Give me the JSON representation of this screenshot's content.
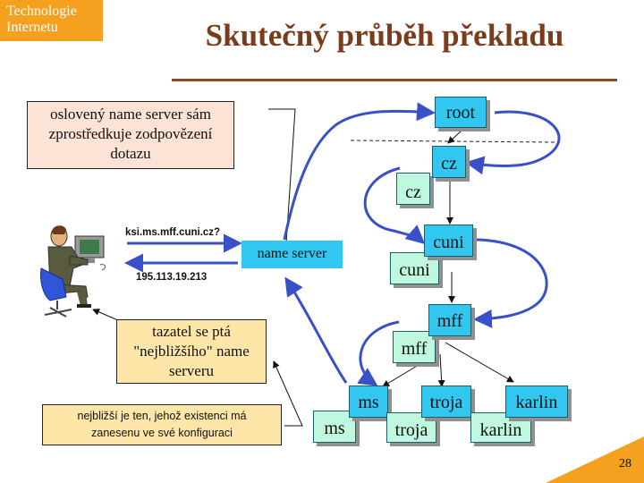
{
  "brand": {
    "line1": "Technologie",
    "line2": "Internetu"
  },
  "title": "Skutečný průběh překladu",
  "callouts": {
    "top": [
      "oslovený name server sám",
      "zprostředkuje zodpovězení",
      "dotazu"
    ],
    "middle": [
      "tazatel se ptá",
      "\"nejbližšího\" name",
      "serveru"
    ],
    "bottom": [
      "nejbližší je ten, jehož existenci má",
      "zanesenu ve své konfiguraci"
    ]
  },
  "query": "ksi.ms.mff.cuni.cz?",
  "answer": "195.113.19.213",
  "name_server": "name server",
  "nodes": {
    "root": "root",
    "cz_blue": "cz",
    "cz_green": "cz",
    "cuni_blue": "cuni",
    "cuni_green": "cuni",
    "mff_blue": "mff",
    "mff_green": "mff",
    "ms_blue": "ms",
    "ms_green": "ms",
    "troja_blue": "troja",
    "troja_green": "troja",
    "karlin_blue": "karlin",
    "karlin_green": "karlin"
  },
  "colors": {
    "brand": "#f5a01e",
    "title": "#7a3c1a",
    "loop_arrow": "#3a50c8",
    "node_blue": "#32c7f0",
    "node_green": "#bff7df"
  },
  "page_number": "28"
}
